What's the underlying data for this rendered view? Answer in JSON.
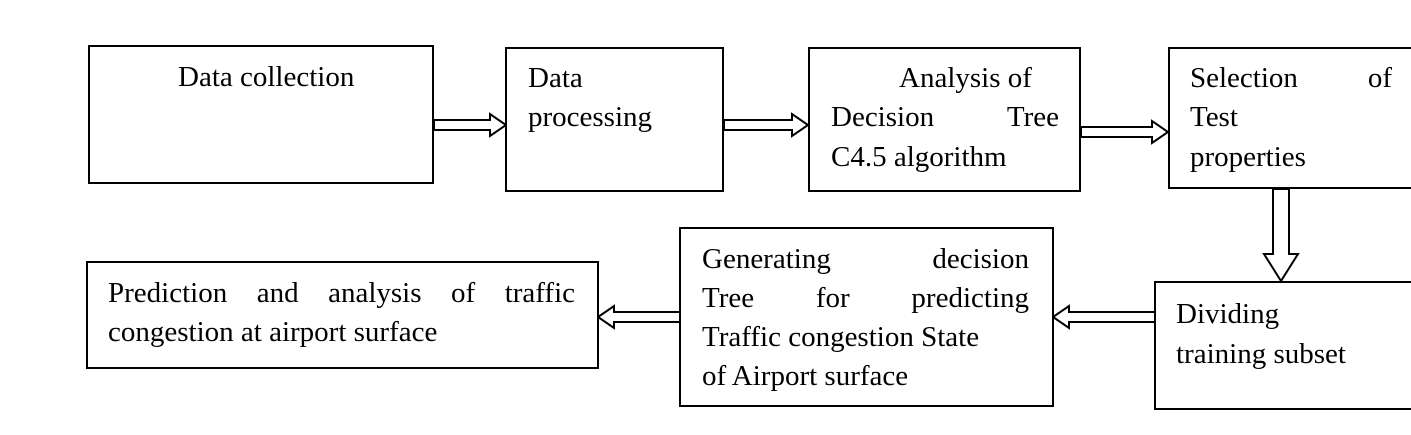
{
  "diagram": {
    "nodes": [
      {
        "id": "data-collection",
        "lines": [
          "Data collection"
        ]
      },
      {
        "id": "data-processing",
        "lines": [
          "Data",
          "processing"
        ]
      },
      {
        "id": "analysis",
        "lines": [
          "Analysis of",
          "Decision Tree",
          "C4.5 algorithm"
        ]
      },
      {
        "id": "selection",
        "lines": [
          "Selection of",
          "Test",
          "properties"
        ]
      },
      {
        "id": "dividing",
        "lines": [
          "Dividing",
          "training subset"
        ]
      },
      {
        "id": "generating",
        "lines": [
          "Generating decision",
          "Tree for predicting",
          "Traffic congestion State",
          "of Airport surface"
        ]
      },
      {
        "id": "prediction",
        "lines": [
          "Prediction and analysis of traffic",
          "congestion at airport surface"
        ]
      }
    ],
    "edges": [
      {
        "from": "data-collection",
        "to": "data-processing"
      },
      {
        "from": "data-processing",
        "to": "analysis"
      },
      {
        "from": "analysis",
        "to": "selection"
      },
      {
        "from": "selection",
        "to": "dividing"
      },
      {
        "from": "dividing",
        "to": "generating"
      },
      {
        "from": "generating",
        "to": "prediction"
      }
    ]
  }
}
